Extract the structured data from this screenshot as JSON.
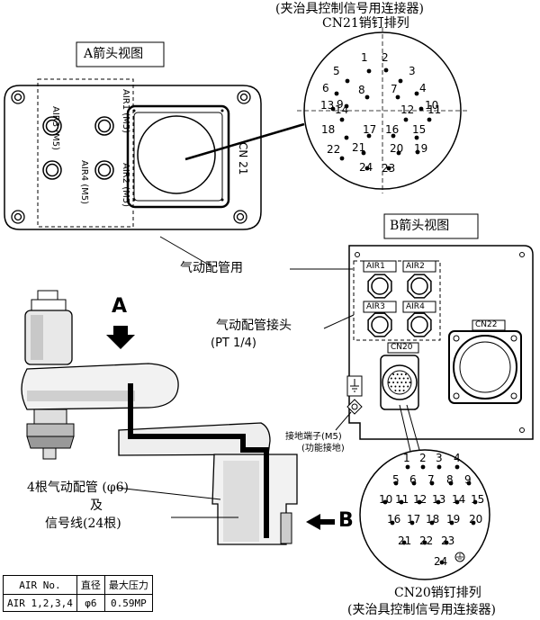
{
  "top_connector": {
    "caption_line1": "(夹治具控制信号用连接器)",
    "caption_line2": "CN21销钉排列",
    "pins": [
      "1",
      "2",
      "3",
      "4",
      "5",
      "6",
      "7",
      "8",
      "9",
      "10",
      "11",
      "12",
      "13",
      "14",
      "15",
      "16",
      "17",
      "18",
      "19",
      "20",
      "21",
      "22",
      "23",
      "24"
    ]
  },
  "view_a": {
    "label": "A箭头视图",
    "ports": [
      "AIR1 (M5)",
      "AIR2 (M5)",
      "AIR3 (M5)",
      "AIR4 (M5)"
    ],
    "connector": "CN 21"
  },
  "view_b": {
    "label": "B箭头视图",
    "ports": [
      "AIR1",
      "AIR2",
      "AIR3",
      "AIR4"
    ],
    "connectors": [
      "CN20",
      "CN22"
    ]
  },
  "labels": {
    "pneumatic_piping": "气动配管用",
    "pneumatic_fitting": "气动配管接头",
    "fitting_size": "(PT 1/4)",
    "ground_line1": "接地端子(M5)",
    "ground_line2": "(功能接地)",
    "tubes_line1": "4根气动配管 (φ6)",
    "tubes_line2": "及",
    "tubes_line3": "信号线(24根)",
    "arrow_a": "A",
    "arrow_b": "B"
  },
  "bottom_connector": {
    "caption_line1": "CN20销钉排列",
    "caption_line2": "(夹治具控制信号用连接器)",
    "pins": [
      "1",
      "2",
      "3",
      "4",
      "5",
      "6",
      "7",
      "8",
      "9",
      "10",
      "11",
      "12",
      "13",
      "14",
      "15",
      "16",
      "17",
      "18",
      "19",
      "20",
      "21",
      "22",
      "23",
      "24"
    ]
  },
  "spec_table": {
    "headers": [
      "AIR No.",
      "直径",
      "最大压力"
    ],
    "rows": [
      [
        "AIR 1,2,3,4",
        "φ6",
        "0.59MP"
      ]
    ]
  }
}
